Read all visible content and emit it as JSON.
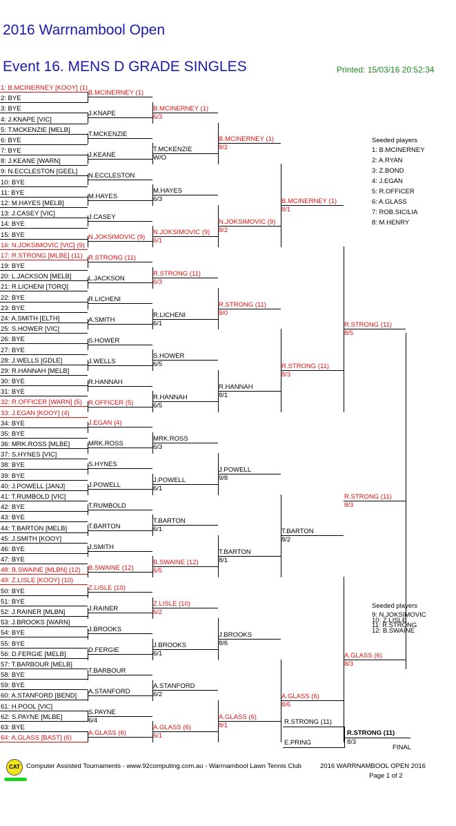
{
  "header": {
    "tournament": "2016 Warrnambool Open",
    "event": "Event 16. MENS D GRADE SINGLES",
    "printed": "Printed: 15/03/16 20:52:34"
  },
  "draw": [
    {
      "label": "1: B.MCINERNEY [KOOY] (1)",
      "seed": true
    },
    {
      "label": "2: BYE"
    },
    {
      "label": "3: BYE"
    },
    {
      "label": "4: J.KNAPE [VIC]"
    },
    {
      "label": "5: T.MCKENZIE [MELB]"
    },
    {
      "label": "6: BYE"
    },
    {
      "label": "7: BYE"
    },
    {
      "label": "8: J.KEANE [WARN]"
    },
    {
      "label": "9: N.ECCLESTON [GEEL]"
    },
    {
      "label": "10: BYE"
    },
    {
      "label": "11: BYE"
    },
    {
      "label": "12: M.HAYES [MELB]"
    },
    {
      "label": "13: J.CASEY [VIC]"
    },
    {
      "label": "14: BYE"
    },
    {
      "label": "15: BYE"
    },
    {
      "label": "16: N.JOKSIMOVIC [VIC] (9)",
      "seed": true
    },
    {
      "label": "17: R.STRONG [MLBE] (11)",
      "seed": true
    },
    {
      "label": "19: BYE"
    },
    {
      "label": "20: L.JACKSON [MELB]"
    },
    {
      "label": "21: R.LICHENI [TORQ]"
    },
    {
      "label": "22: BYE"
    },
    {
      "label": "23: BYE"
    },
    {
      "label": "24: A.SMITH [ELTH]"
    },
    {
      "label": "25: S.HOWER [VIC]"
    },
    {
      "label": "26: BYE"
    },
    {
      "label": "27: BYE"
    },
    {
      "label": "28: J.WELLS [GDLE]"
    },
    {
      "label": "29: R.HANNAH [MELB]"
    },
    {
      "label": "30: BYE"
    },
    {
      "label": "31: BYE"
    },
    {
      "label": "32: R.OFFICER [WARN] (5)",
      "seed": true
    },
    {
      "label": "33: J.EGAN [KOOY] (4)",
      "seed": true
    },
    {
      "label": "34: BYE"
    },
    {
      "label": "35: BYE"
    },
    {
      "label": "36: MRK.ROSS [MLBE]"
    },
    {
      "label": "37: S.HYNES [VIC]"
    },
    {
      "label": "38: BYE"
    },
    {
      "label": "39: BYE"
    },
    {
      "label": "40: J.POWELL [JANJ]"
    },
    {
      "label": "41: T.RUMBOLD [VIC]"
    },
    {
      "label": "42: BYE"
    },
    {
      "label": "43: BYE"
    },
    {
      "label": "44: T.BARTON [MELB]"
    },
    {
      "label": "45: J.SMITH [KOOY]"
    },
    {
      "label": "46: BYE"
    },
    {
      "label": "47: BYE"
    },
    {
      "label": "48: B.SWAINE [MLBN] (12)",
      "seed": true
    },
    {
      "label": "49: Z.LISLE [KOOY] (10)",
      "seed": true
    },
    {
      "label": "50: BYE"
    },
    {
      "label": "51: BYE"
    },
    {
      "label": "52: J.RAINER [MLBN]"
    },
    {
      "label": "53: J.BROOKS [WARN]"
    },
    {
      "label": "54: BYE"
    },
    {
      "label": "55: BYE"
    },
    {
      "label": "56: D.FERGIE [MELB]"
    },
    {
      "label": "57: T.BARBOUR [MELB]"
    },
    {
      "label": "58: BYE"
    },
    {
      "label": "59: BYE"
    },
    {
      "label": "60: A.STANFORD [BEND]"
    },
    {
      "label": "61: H.POOL [VIC]"
    },
    {
      "label": "62: S.PAYNE [MLBE]"
    },
    {
      "label": "63: BYE"
    },
    {
      "label": "64: A.GLASS [BAST] (6)",
      "seed": true
    }
  ],
  "round2": [
    {
      "name": "B.MCINERNEY (1)",
      "score": "",
      "red": true
    },
    {
      "name": "J.KNAPE",
      "score": ""
    },
    {
      "name": "T.MCKENZIE",
      "score": ""
    },
    {
      "name": "J.KEANE",
      "score": ""
    },
    {
      "name": "N.ECCLESTON",
      "score": ""
    },
    {
      "name": "M.HAYES",
      "score": ""
    },
    {
      "name": "J.CASEY",
      "score": ""
    },
    {
      "name": "N.JOKSIMOVIC (9)",
      "score": "",
      "red": true
    },
    {
      "name": "R.STRONG (11)",
      "score": "",
      "red": true
    },
    {
      "name": "L.JACKSON",
      "score": ""
    },
    {
      "name": "R.LICHENI",
      "score": ""
    },
    {
      "name": "A.SMITH",
      "score": ""
    },
    {
      "name": "S.HOWER",
      "score": ""
    },
    {
      "name": "J.WELLS",
      "score": ""
    },
    {
      "name": "R.HANNAH",
      "score": ""
    },
    {
      "name": "R.OFFICER (5)",
      "score": "",
      "red": true
    },
    {
      "name": "J.EGAN (4)",
      "score": "",
      "red": true
    },
    {
      "name": "MRK.ROSS",
      "score": ""
    },
    {
      "name": "S.HYNES",
      "score": ""
    },
    {
      "name": "J.POWELL",
      "score": ""
    },
    {
      "name": "T.RUMBOLD",
      "score": ""
    },
    {
      "name": "T.BARTON",
      "score": ""
    },
    {
      "name": "J.SMITH",
      "score": ""
    },
    {
      "name": "B.SWAINE (12)",
      "score": "",
      "red": true
    },
    {
      "name": "Z.LISLE (10)",
      "score": "",
      "red": true
    },
    {
      "name": "J.RAINER",
      "score": ""
    },
    {
      "name": "J.BROOKS",
      "score": ""
    },
    {
      "name": "D.FERGIE",
      "score": ""
    },
    {
      "name": "T.BARBOUR",
      "score": ""
    },
    {
      "name": "A.STANFORD",
      "score": ""
    },
    {
      "name": "S.PAYNE",
      "score": "6/4"
    },
    {
      "name": "A.GLASS (6)",
      "score": "",
      "red": true
    }
  ],
  "round3": [
    {
      "name": "B.MCINERNEY (1)",
      "score": "6/3",
      "red": true
    },
    {
      "name": "T.MCKENZIE",
      "score": "W/O"
    },
    {
      "name": "M.HAYES",
      "score": "6/3"
    },
    {
      "name": "N.JOKSIMOVIC (9)",
      "score": "6/1",
      "red": true
    },
    {
      "name": "R.STRONG (11)",
      "score": "6/3",
      "red": true
    },
    {
      "name": "R.LICHENI",
      "score": "6/1"
    },
    {
      "name": "S.HOWER",
      "score": "6/5"
    },
    {
      "name": "R.HANNAH",
      "score": "6/5"
    },
    {
      "name": "MRK.ROSS",
      "score": "6/3"
    },
    {
      "name": "J.POWELL",
      "score": "6/1"
    },
    {
      "name": "T.BARTON",
      "score": "6/1"
    },
    {
      "name": "B.SWAINE (12)",
      "score": "6/5",
      "red": true
    },
    {
      "name": "Z.LISLE (10)",
      "score": "6/2",
      "red": true
    },
    {
      "name": "J.BROOKS",
      "score": "6/1"
    },
    {
      "name": "A.STANFORD",
      "score": "6/2"
    },
    {
      "name": "A.GLASS (6)",
      "score": "6/1",
      "red": true
    }
  ],
  "round4": [
    {
      "name": "B.MCINERNEY (1)",
      "score": "8/2",
      "red": true
    },
    {
      "name": "N.JOKSIMOVIC (9)",
      "score": "8/2",
      "red": true
    },
    {
      "name": "R.STRONG (11)",
      "score": "8/0",
      "red": true
    },
    {
      "name": "R.HANNAH",
      "score": "8/1"
    },
    {
      "name": "J.POWELL",
      "score": "9/8"
    },
    {
      "name": "T.BARTON",
      "score": "8/1"
    },
    {
      "name": "J.BROOKS",
      "score": "8/6"
    },
    {
      "name": "A.GLASS (6)",
      "score": "8/1",
      "red": true
    }
  ],
  "round5": [
    {
      "name": "B.MCINERNEY (1)",
      "score": "8/1",
      "red": true
    },
    {
      "name": "R.STRONG (11)",
      "score": "8/3",
      "red": true
    },
    {
      "name": "T.BARTON",
      "score": "8/2"
    },
    {
      "name": "A.GLASS (6)",
      "score": "8/6",
      "red": true
    }
  ],
  "round6": [
    {
      "name": "R.STRONG (11)",
      "score": "8/5",
      "red": true
    },
    {
      "name": "A.GLASS (6)",
      "score": "8/3",
      "red": true
    }
  ],
  "semifinal": {
    "name": "R.STRONG (11)",
    "score": "8/3",
    "red": true
  },
  "final": {
    "player1": "R.STRONG (11)",
    "player2": "E.PRING",
    "winner": "R.STRONG (11)",
    "score": "8/3",
    "label": "FINAL"
  },
  "seeds_top": {
    "title": "Seeded players",
    "items": [
      "1: B.MCINERNEY",
      "2: A.RYAN",
      "3: Z.BOND",
      "4: J.EGAN",
      "5: R.OFFICER",
      "6: A.GLASS",
      "7: ROB.SICILIA",
      "8: M.HENRY"
    ]
  },
  "seeds_bottom": {
    "title": "Seeded players",
    "items": [
      "9: N.JOKSIMOVIC",
      "10: Z.LISLE",
      "11: R.STRONG",
      "12: B.SWAINE"
    ]
  },
  "footer": {
    "logo": "CAT",
    "credit": "Computer Assisted Tournaments - www.92computing.com.au -  Warrnambool Lawn Tennis Club",
    "event": "2016 WARRNAMBOOL OPEN 2016",
    "page": "Page 1 of 2"
  }
}
